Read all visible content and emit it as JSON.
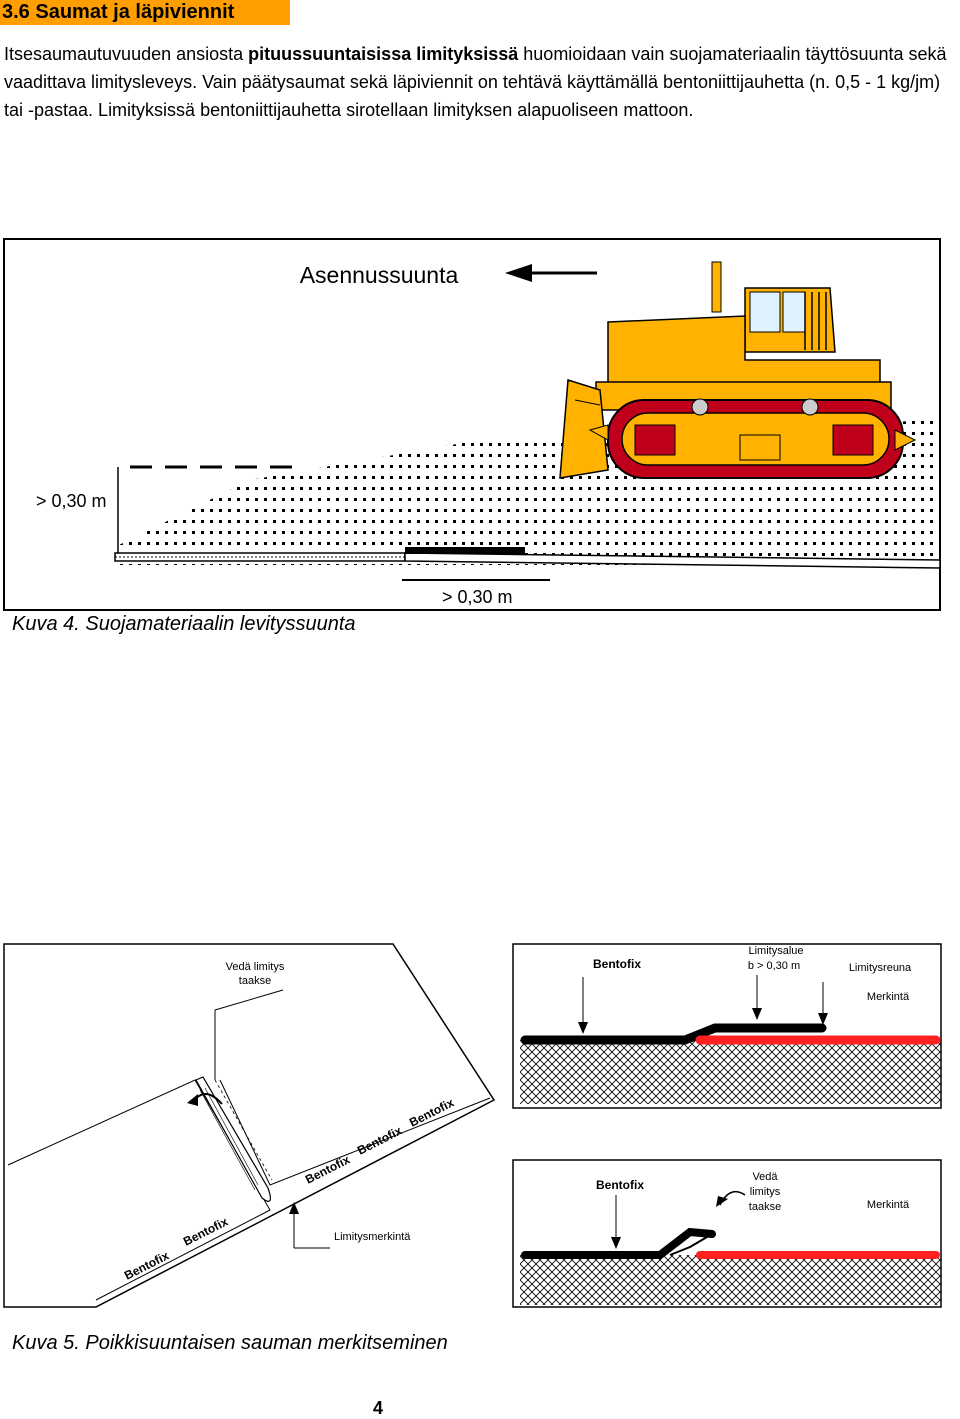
{
  "section": {
    "title": "3.6 Saumat  ja läpiviennit"
  },
  "paragraph": {
    "part1": "Itsesaumautuvuuden ansiosta ",
    "bold1": "pituussuuntaisissa limityksissä",
    "part2": " huomioidaan vain suojamateriaalin täyttösuunta sekä vaadittava limitysleveys. Vain päätysaumat sekä läpiviennit on tehtävä käyttämällä bentoniittijauhetta (n. 0,5 - 1 kg/jm) tai -pastaa. Limityksissä bentoniittijauhetta sirotellaan limityksen alapuoliseen mattoon."
  },
  "figure4": {
    "direction_label": "Asennussuunta",
    "dim_left": "> 0,30 m",
    "dim_bottom": "> 0,30 m",
    "caption": "Kuva 4. Suojamateriaalin levityssuunta"
  },
  "figure5": {
    "left": {
      "pull_note_line1": "Vedä limitys",
      "pull_note_line2": "taakse",
      "bentofix_labels": [
        "Bentofix",
        "Bentofix",
        "Bentofix",
        "Bentofix",
        "Bentofix"
      ],
      "marking_label": "Limitysmerkintä"
    },
    "right_top": {
      "bentofix": "Bentofix",
      "overlap_area_line1": "Limitysalue",
      "overlap_area_line2": "b > 0,30  m",
      "overlap_edge": "Limitysreuna",
      "marking": "Merkintä"
    },
    "right_bottom": {
      "bentofix": "Bentofix",
      "pull_line1": "Vedä",
      "pull_line2": "limitys",
      "pull_line3": "taakse",
      "marking": "Merkintä"
    },
    "caption": "Kuva 5. Poikkisuuntaisen sauman merkitseminen"
  },
  "page_number": "4",
  "colors": {
    "heading_bg": "#ff9e00",
    "machine_yellow": "#ffb300",
    "track_red": "#c0001a",
    "membrane_red": "#ff2020"
  }
}
